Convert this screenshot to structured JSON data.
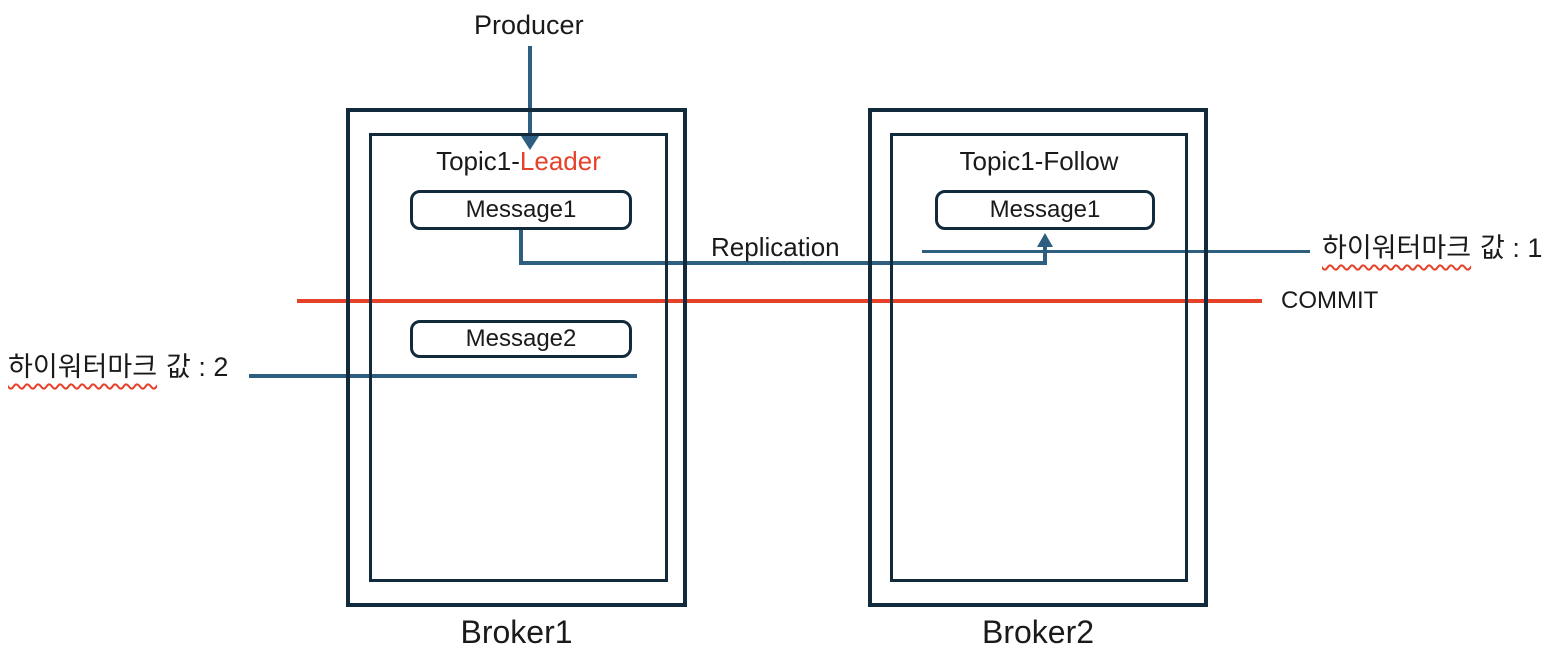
{
  "labels": {
    "producer": "Producer",
    "replication": "Replication",
    "commit": "COMMIT"
  },
  "broker1": {
    "name": "Broker1",
    "topic_prefix": "Topic1-",
    "topic_highlight": "Leader",
    "messages": [
      "Message1",
      "Message2"
    ]
  },
  "broker2": {
    "name": "Broker2",
    "topic": "Topic1-Follow",
    "messages": [
      "Message1"
    ]
  },
  "watermarks": {
    "left": {
      "wavy": "하이워터마크",
      "rest": "값 : 2"
    },
    "right": {
      "wavy": "하이워터마크",
      "rest": "값 : 1"
    }
  },
  "colors": {
    "box_border": "#112B3D",
    "arrow_blue": "#2E5F80",
    "accent_red": "#E6422A",
    "text": "#1A1A1A",
    "background": "#FFFFFF"
  }
}
